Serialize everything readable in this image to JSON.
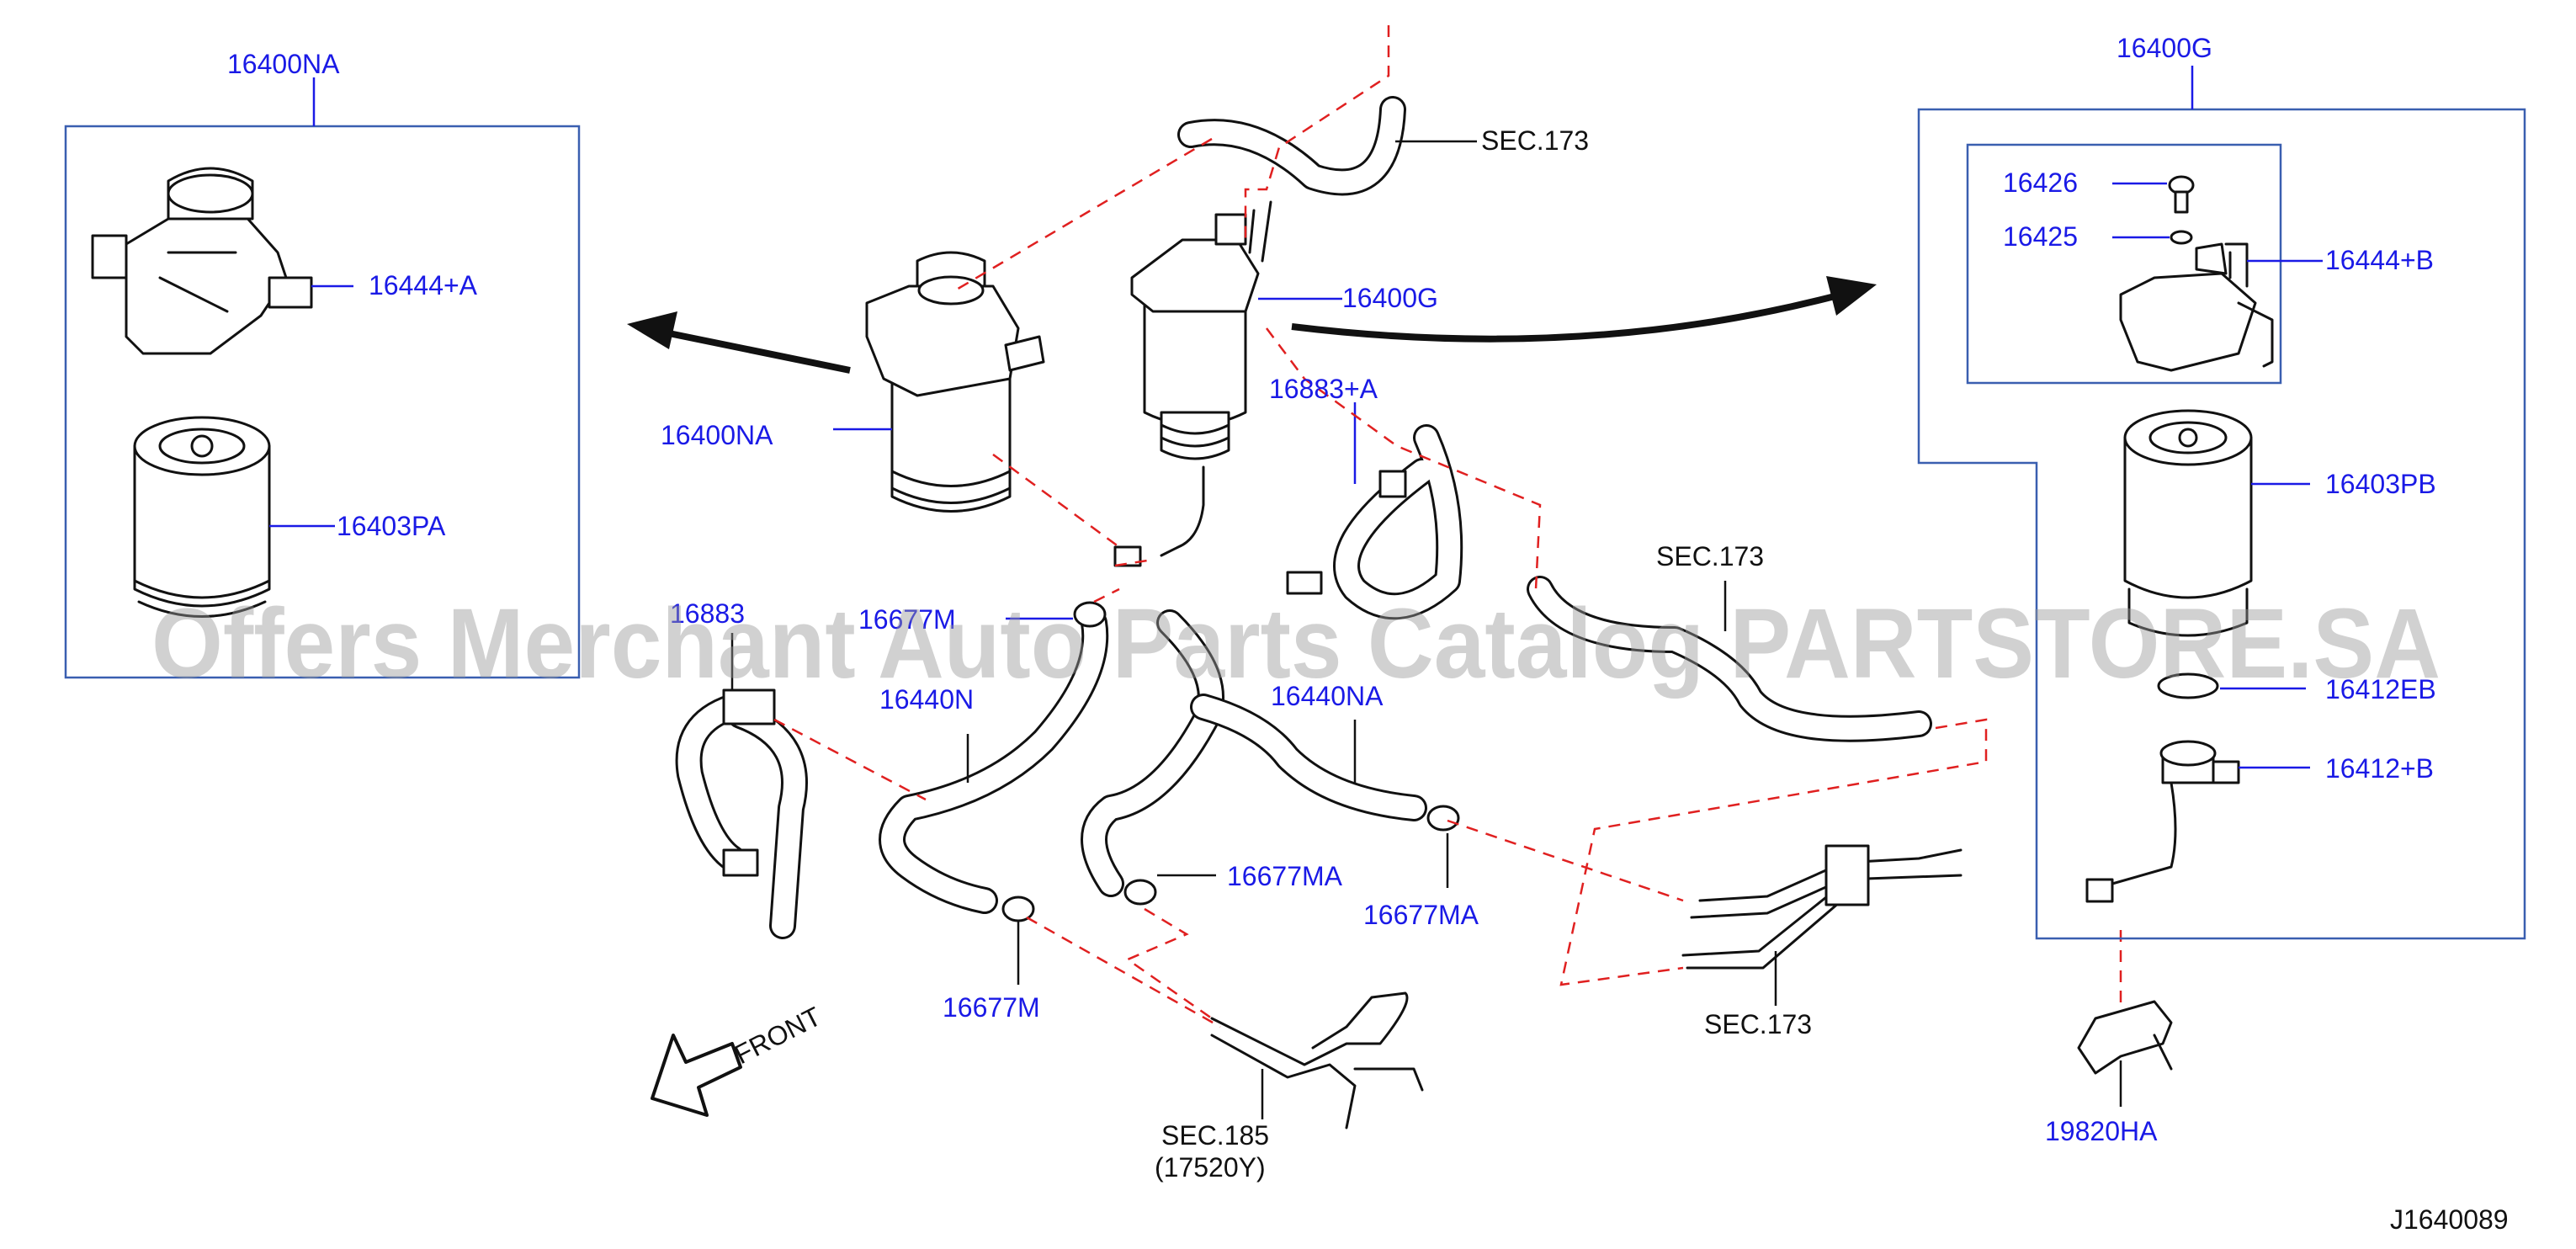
{
  "watermark": "Offers Merchant Auto Parts Catalog PARTSTORE.SA",
  "diagram_id": "J1640089",
  "front_label": "FRONT",
  "labels": {
    "l_16400NA_top": "16400NA",
    "l_16444A": "16444+A",
    "l_16403PA": "16403PA",
    "l_16400NA_mid": "16400NA",
    "l_sec173_top": "SEC.173",
    "l_16400G_mid": "16400G",
    "l_16883A": "16883+A",
    "l_16883": "16883",
    "l_16677M_top": "16677M",
    "l_16440N": "16440N",
    "l_16440NA": "16440NA",
    "l_sec173_mid": "SEC.173",
    "l_16677MA_a": "16677MA",
    "l_16677MA_b": "16677MA",
    "l_16677M_bot": "16677M",
    "l_sec185": "SEC.185",
    "l_17520Y": "(17520Y)",
    "l_sec173_bot": "SEC.173",
    "l_16400G_top": "16400G",
    "l_16426": "16426",
    "l_16425": "16425",
    "l_16444B": "16444+B",
    "l_16403PB": "16403PB",
    "l_16412EB": "16412EB",
    "l_16412B": "16412+B",
    "l_19820HA": "19820HA"
  }
}
